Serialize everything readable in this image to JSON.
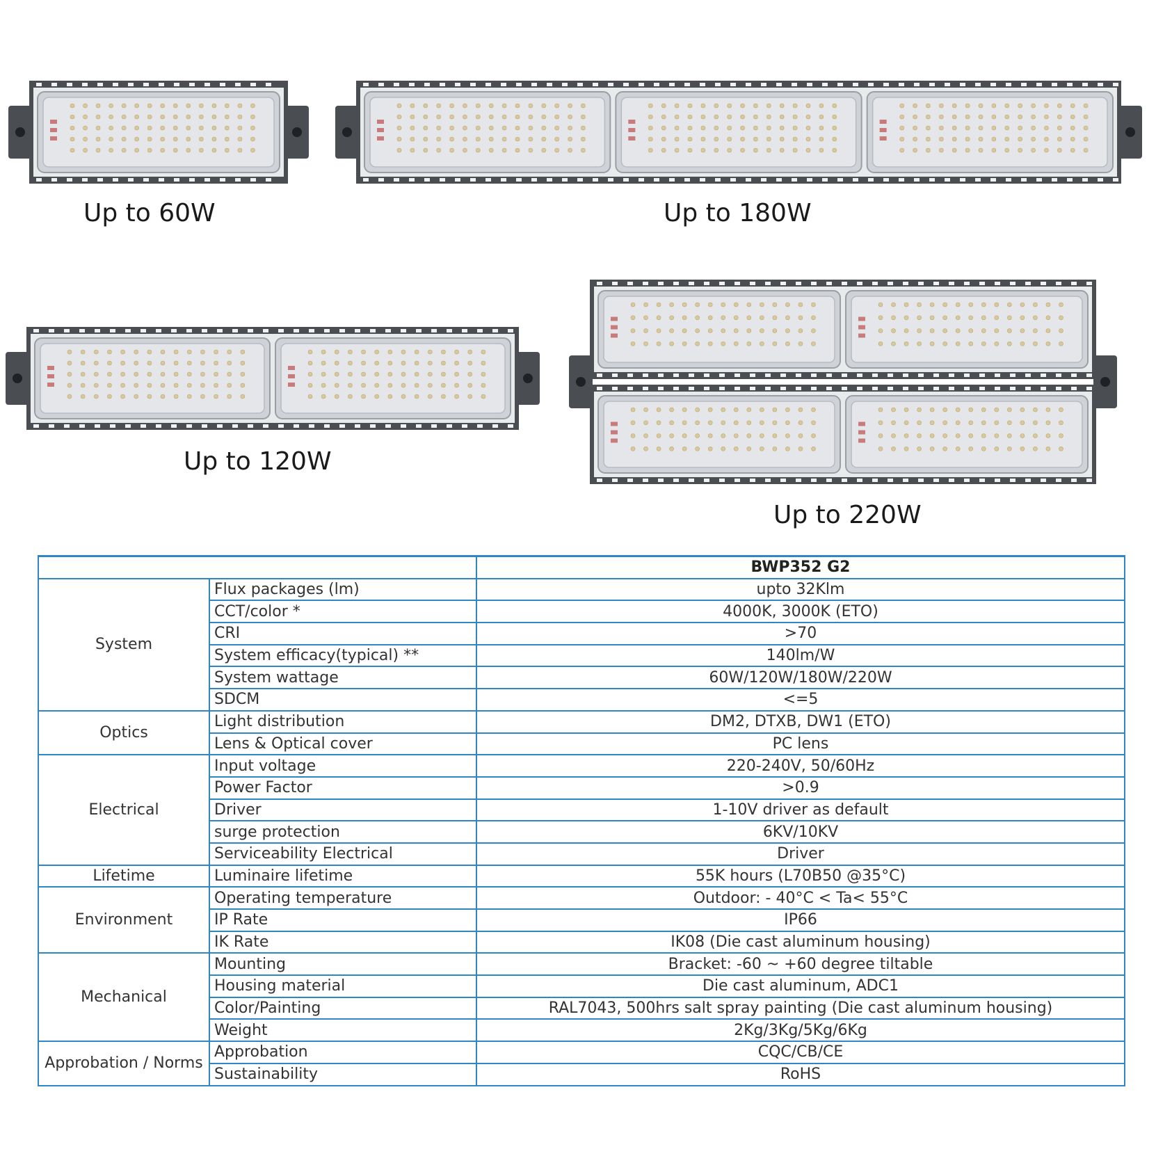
{
  "products": [
    {
      "caption": "Up to 60W"
    },
    {
      "caption": "Up to 180W"
    },
    {
      "caption": "Up to 120W"
    },
    {
      "caption": "Up to 220W"
    }
  ],
  "spec_table": {
    "model": "BWP352 G2",
    "groups": {
      "system": "System",
      "optics": "Optics",
      "electrical": "Electrical",
      "lifetime": "Lifetime",
      "environment": "Environment",
      "mechanical": "Mechanical",
      "approbation": "Approbation / Norms"
    },
    "rows": [
      {
        "property": "Flux packages (lm)",
        "value": "upto 32Klm"
      },
      {
        "property": "CCT/color *",
        "value": "4000K, 3000K (ETO)"
      },
      {
        "property": "CRI",
        "value": ">70"
      },
      {
        "property": "System efficacy(typical) **",
        "value": "140lm/W"
      },
      {
        "property": "System wattage",
        "value": "60W/120W/180W/220W"
      },
      {
        "property": "SDCM",
        "value": "<=5"
      },
      {
        "property": "Light distribution",
        "value": "DM2, DTXB, DW1 (ETO)"
      },
      {
        "property": "Lens & Optical cover",
        "value": "PC lens"
      },
      {
        "property": "Input voltage",
        "value": "220-240V, 50/60Hz"
      },
      {
        "property": "Power Factor",
        "value": ">0.9"
      },
      {
        "property": "Driver",
        "value": "1-10V driver as default"
      },
      {
        "property": "surge protection",
        "value": "6KV/10KV"
      },
      {
        "property": "Serviceability Electrical",
        "value": "Driver"
      },
      {
        "property": "Luminaire  lifetime",
        "value": "55K hours (L70B50 @35°C)"
      },
      {
        "property": "Operating temperature",
        "value": "Outdoor: - 40°C < Ta< 55°C"
      },
      {
        "property": "IP Rate",
        "value": "IP66"
      },
      {
        "property": "IK Rate",
        "value": "IK08 (Die cast aluminum housing)"
      },
      {
        "property": "Mounting",
        "value": "Bracket: -60 ~ +60 degree tiltable"
      },
      {
        "property": "Housing material",
        "value": "Die cast aluminum, ADC1"
      },
      {
        "property": "Color/Painting",
        "value": "RAL7043, 500hrs salt spray painting (Die cast aluminum housing)"
      },
      {
        "property": "Weight",
        "value": "2Kg/3Kg/5Kg/6Kg"
      },
      {
        "property": "Approbation",
        "value": "CQC/CB/CE"
      },
      {
        "property": "Sustainability",
        "value": "RoHS"
      }
    ]
  },
  "colors": {
    "table_border": "#2f86c4",
    "housing": "#4a4d52",
    "lens": "#e4e6ea"
  }
}
